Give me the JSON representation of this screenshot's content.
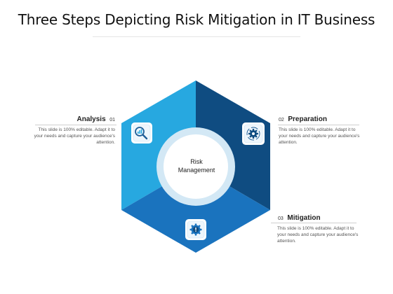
{
  "title": "Three Steps Depicting Risk Mitigation in IT Business",
  "center": {
    "line1": "Risk",
    "line2": "Management"
  },
  "steps": [
    {
      "number": "01",
      "label": "Analysis",
      "description": "This slide is 100% editable. Adapt it to your needs and capture your audience's attention.",
      "icon": "magnifier-chart-icon",
      "color": "#27a8e0"
    },
    {
      "number": "02",
      "label": "Preparation",
      "description": "This slide is 100% editable. Adapt it to your needs and capture your audience's attention.",
      "icon": "gear-cycle-icon",
      "color": "#0f4c81"
    },
    {
      "number": "03",
      "label": "Mitigation",
      "description": "This slide is 100% editable. Adapt it to your needs and capture your audience's attention.",
      "icon": "gear-alert-icon",
      "color": "#1a73be"
    }
  ],
  "colors": {
    "ring": "#d3e8f5",
    "hub": "#ffffff",
    "icon_tile": "#ffffff"
  }
}
